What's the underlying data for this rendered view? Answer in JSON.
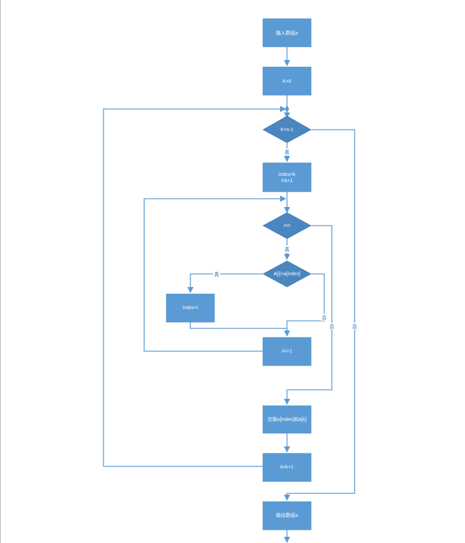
{
  "nodes": {
    "input": "输入数组a",
    "k_init": "K=0",
    "cond_outer": "K<n-1",
    "index_init_1": "index=k",
    "index_init_2": "i=k+1",
    "cond_inner": "i<n",
    "cond_compare": "A[i]<a[index]",
    "index_assign": "index=i",
    "i_increment": "i=i+1",
    "swap": "交换a[index]和a[k]",
    "k_increment": "k=k+1",
    "output": "输出数组a"
  },
  "labels": {
    "yes_outer": "真",
    "yes_inner": "真",
    "yes_compare": "真",
    "no_compare": "否",
    "no_inner": "否",
    "no_outer": "否"
  },
  "colors": {
    "box": "#5b9bd5",
    "diamond": "#4a86c0",
    "line": "#5b9bd5"
  }
}
